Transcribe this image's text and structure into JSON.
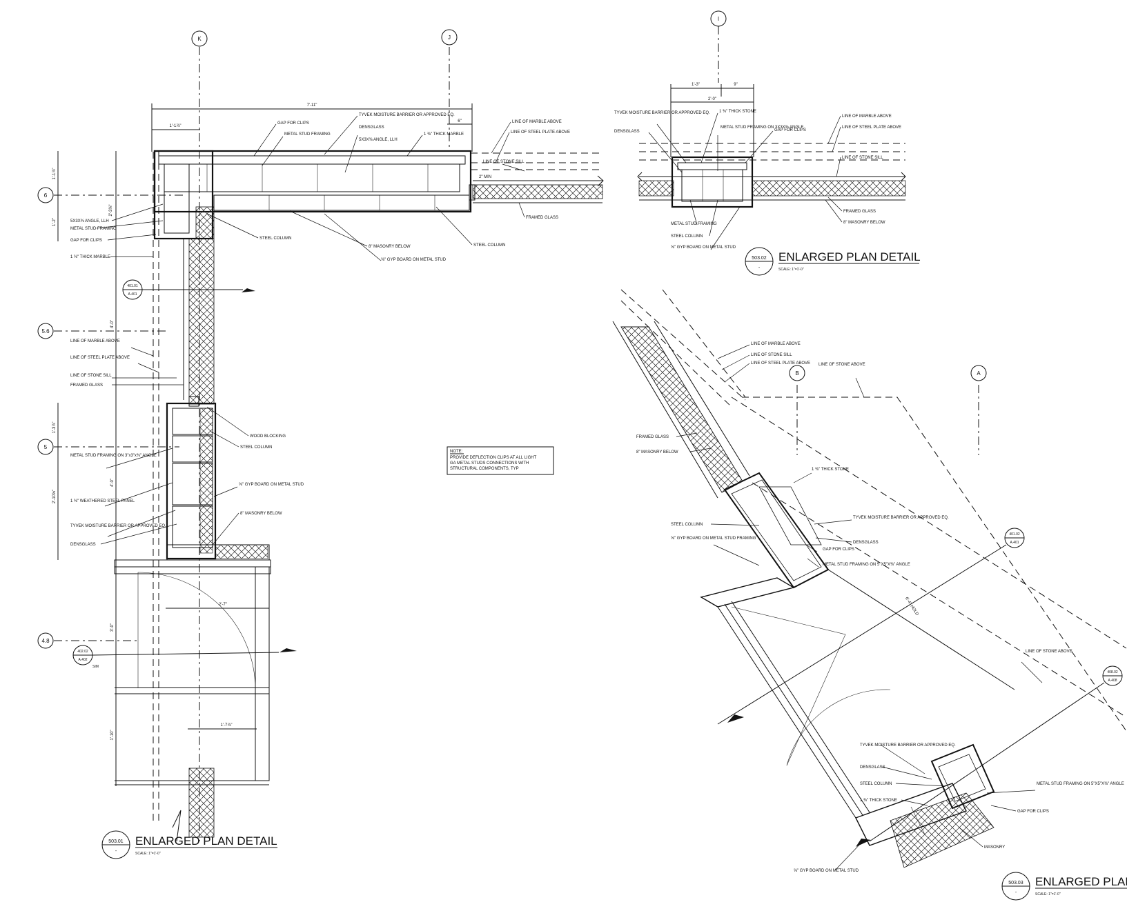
{
  "grid_bubbles": {
    "k": "K",
    "j": "J",
    "i": "I",
    "b": "B",
    "a": "A",
    "g6": "6",
    "g56": "5.6",
    "g5": "5",
    "g48": "4.8"
  },
  "detail_503_01": {
    "number": "503.01",
    "sheet": "-",
    "title": "ENLARGED PLAN DETAIL",
    "scale": "SCALE: 1\"=1'-0\"",
    "labels": {
      "gap_for_clips_top": "GAP FOR CLIPS",
      "metal_stud_framing_top": "METAL STUD FRAMING",
      "tyvek_top": "TYVEK MOISTURE BARRIER OR APPROVED EQ.",
      "densglass_top": "DENSGLASS",
      "angle_5x3": "5X3X⅜ ANGLE, LLH",
      "thick_marble_top": "1 ⅜\" THICK MARBLE",
      "line_marble_above_r": "LINE OF MARBLE ABOVE",
      "line_steel_plate_above_r": "LINE OF STEEL PLATE ABOVE",
      "line_stone_sill_r": "LINE OF STONE SILL",
      "min": "2\" MIN",
      "framed_glass_r": "FRAMED GLASS",
      "steel_column_1": "STEEL COLUMN",
      "steel_column_2": "STEEL COLUMN",
      "masonry_below_1": "8\" MASONRY BELOW",
      "gyp_board_1": "⅝\" GYP BOARD ON METAL STUD",
      "angle_llh_l": "5X3X⅜ ANGLE, LLH",
      "metal_stud_l": "METAL STUD FRAMING",
      "gap_clips_l": "GAP FOR CLIPS",
      "thick_marble_l": "1 ⅜\" THICK MARBLE",
      "line_marble_above_l": "LINE OF MARBLE ABOVE",
      "line_steel_plate_l": "LINE OF STEEL PLATE ABOVE",
      "line_stone_sill_l": "LINE OF STONE SILL",
      "framed_glass_l": "FRAMED GLASS",
      "wood_blocking": "WOOD BLOCKING",
      "steel_column_3": "STEEL COLUMN",
      "metal_stud_angle": "METAL STUD FRAMING ON 3\"x3\"x⅜\" ANGLE",
      "weathered_panel": "1 ⅜\" WEATHERED STEEL PANEL",
      "tyvek_l": "TYVEK MOISTURE BARRIER OR APPROVED EQ.",
      "densglass_l": "DENSGLASS",
      "gyp_board_2": "⅝\" GYP BOARD ON METAL STUD",
      "masonry_below_2": "8\" MASONRY BELOW",
      "ref_401_01": "401.01",
      "ref_a401": "A.401",
      "ref_402_02": "402.02",
      "ref_a402": "A.402",
      "sim": "SIM"
    },
    "dims": {
      "d7_11": "7'-11\"",
      "d1_1": "1'-1⅞\"",
      "d6": "6\"",
      "d2_7": "2'-7\"",
      "d1_7": "1'-7⅞\"",
      "d4_0a": "4'-0\"",
      "d4_0b": "4'-0\"",
      "d3_0": "3'-0\"",
      "d1_10": "1'-10\"",
      "d1_2": "1'-2\"",
      "d2_3": "2'-3⅝\"",
      "d2_10": "2'-10⅝\"",
      "d1_1b": "1'-1⅞\"",
      "d1_3": "1'-3⅞\""
    }
  },
  "detail_503_02": {
    "number": "503.02",
    "sheet": "-",
    "title": "ENLARGED PLAN DETAIL",
    "scale": "SCALE: 1\"=1'-0\"",
    "labels": {
      "tyvek": "TYVEK MOISTURE BARRIER OR APPROVED EQ.",
      "densglass": "DENSGLASS",
      "thick_stone": "1 ⅜\" THICK STONE",
      "metal_stud_angle": "METAL STUD FRAMING ON 3X3X⅜ ANGLE",
      "gap_for_clips": "GAP FOR CLIPS",
      "line_marble_above": "LINE OF MARBLE ABOVE",
      "line_steel_plate_above": "LINE OF STEEL PLATE ABOVE",
      "line_stone_sill": "LINE OF STONE SILL",
      "framed_glass": "FRAMED GLASS",
      "masonry_below": "8\" MASONRY BELOW",
      "metal_stud_framing": "METAL STUD FRAMING",
      "steel_column": "STEEL COLUMN",
      "gyp_board": "⅝\" GYP BOARD ON METAL STUD"
    },
    "dims": {
      "d1_3": "1'-3\"",
      "d9": "9\"",
      "d2_0": "2'-0\""
    }
  },
  "detail_503_03": {
    "number": "503.03",
    "sheet": "-",
    "title": "ENLARGED PLAN DETAIL",
    "scale": "SCALE: 1\"=1'-0\"",
    "labels": {
      "line_marble_above": "LINE OF MARBLE ABOVE",
      "line_stone_sill": "LINE OF STONE SILL",
      "line_steel_plate_above": "LINE OF STEEL PLATE ABOVE",
      "line_stone_above_top": "LINE OF STONE ABOVE",
      "framed_glass": "FRAMED GLASS",
      "masonry_below": "8\" MASONRY BELOW",
      "thick_stone_top": "1 ⅜\" THICK STONE",
      "tyvek_top": "TYVEK MOISTURE BARRIER OR APPROVED EQ.",
      "densglass_top": "DENSGLASS",
      "gap_clips_top": "GAP FOR CLIPS",
      "metal_stud_top": "METAL STUD FRAMING ON 5\"X5\"X⅜\" ANGLE",
      "steel_column_top": "STEEL COLUMN",
      "gyp_board_top": "⅝\" GYP BOARD ON METAL STUD FRAMING",
      "ref_401_02": "401.02",
      "ref_a401": "A.401",
      "hold": "6'-4\" HOLD",
      "line_stone_above_r": "LINE OF STONE ABOVE",
      "ref_408_02": "408.02",
      "ref_a408": "A.408",
      "tyvek_bot": "TYVEK MOISTURE BARRIER OR APPROVED EQ.",
      "densglass_bot": "DENSGLASS",
      "steel_column_bot": "STEEL COLUMN",
      "thick_stone_bot": "1 ⅜\" THICK STONE",
      "metal_stud_bot": "METAL STUD FRAMING ON 5\"X5\"X⅜\" ANGLE",
      "gap_clips_bot": "GAP FOR CLIPS",
      "masonry": "MASONRY",
      "gyp_board_bot": "⅝\" GYP BOARD ON METAL STUD"
    }
  },
  "note": {
    "heading": "NOTE:",
    "body_line1": "PROVIDE DEFLECTION CLIPS AT ALL LIGHT",
    "body_line2": "GA METAL STUDS CONNECTIONS WITH",
    "body_line3": "STRUCTURAL COMPONENTS, TYP"
  },
  "colors": {
    "ink": "#111111",
    "paper": "#ffffff"
  }
}
